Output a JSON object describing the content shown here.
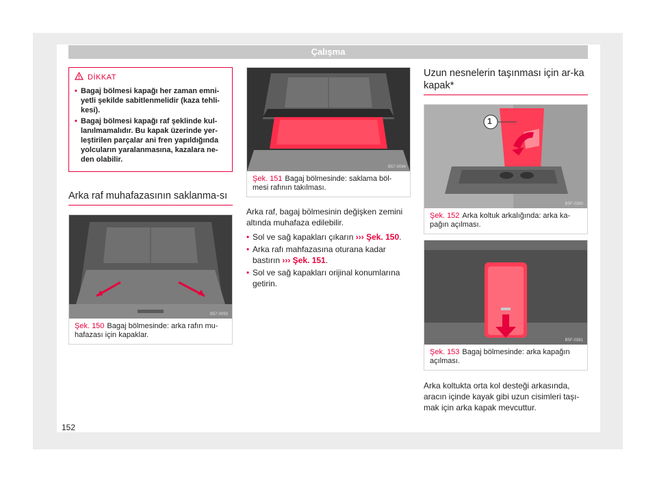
{
  "header": {
    "title": "Çalışma"
  },
  "warning": {
    "label": "DİKKAT",
    "items": [
      "Bagaj bölmesi kapağı her zaman emni-yetli şekilde sabitlenmelidir (kaza tehli-kesi).",
      "Bagaj bölmesi kapağı raf şeklinde kul-lanılmamalıdır. Bu kapak üzerinde yer-leştirilen parçalar ani fren yapıldığında yolcuların yaralanmasına, kazalara ne-den olabilir."
    ]
  },
  "section1": {
    "title": "Arka raf muhafazasının saklanma-sı"
  },
  "fig150": {
    "num": "Şek. 150",
    "caption": "Bagaj bölmesinde: arka rafın mu-hafazası için kapaklar.",
    "code": "B57-0093"
  },
  "fig151": {
    "num": "Şek. 151",
    "caption": "Bagaj bölmesinde: saklama böl-mesi rafının takılması.",
    "code": "B57-0094"
  },
  "col2": {
    "intro": "Arka raf, bagaj bölmesinin değişken zemini altında muhafaza edilebilir.",
    "items": [
      {
        "text": "Sol ve sağ kapakları çıkarın ",
        "ref": "››› Şek. 150",
        "end": "."
      },
      {
        "text": "Arka rafı mahfazasına oturana kadar bastırın ",
        "ref": "››› Şek. 151",
        "end": "."
      },
      {
        "text": "Sol ve sağ kapakları orijinal konumlarına getirin.",
        "ref": "",
        "end": ""
      }
    ]
  },
  "section2": {
    "title": "Uzun nesnelerin taşınması için ar-ka kapak*"
  },
  "fig152": {
    "num": "Şek. 152",
    "caption": "Arka koltuk arkalığında: arka ka-pağın açılması.",
    "code": "B5F-0380",
    "callout": "1"
  },
  "fig153": {
    "num": "Şek. 153",
    "caption": "Bagaj bölmesinde: arka kapağın açılması.",
    "code": "B5F-0381"
  },
  "col3": {
    "text": "Arka koltukta orta kol desteği arkasında, aracın içinde kayak gibi uzun cisimleri taşı-mak için arka kapak mevcuttur."
  },
  "page": {
    "number": "152"
  },
  "colors": {
    "accent": "#e6003c",
    "header": "#c7c7c7"
  }
}
